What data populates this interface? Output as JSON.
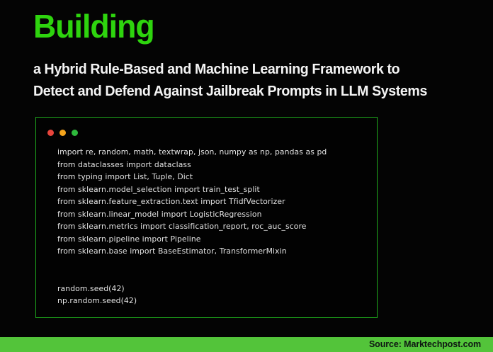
{
  "header": {
    "title": "Building",
    "subtitle_line1": "a Hybrid Rule-Based and Machine Learning Framework to",
    "subtitle_line2": "Detect and Defend Against Jailbreak Prompts in LLM Systems"
  },
  "code_window": {
    "traffic_lights": [
      "red",
      "yellow",
      "green"
    ],
    "lines": [
      "import re, random, math, textwrap, json, numpy as np, pandas as pd",
      "from dataclasses import dataclass",
      "from typing import List, Tuple, Dict",
      "from sklearn.model_selection import train_test_split",
      "from sklearn.feature_extraction.text import TfidfVectorizer",
      "from sklearn.linear_model import LogisticRegression",
      "from sklearn.metrics import classification_report, roc_auc_score",
      "from sklearn.pipeline import Pipeline",
      "from sklearn.base import BaseEstimator, TransformerMixin",
      "",
      "",
      "random.seed(42)",
      "np.random.seed(42)"
    ]
  },
  "footer": {
    "source_label": "Source: Marktechpost.com"
  },
  "colors": {
    "background": "#040404",
    "title_green": "#2ed40e",
    "window_border_green": "#1ea81c",
    "footer_bar_green": "#53c43a",
    "dot_red": "#e8453c",
    "dot_yellow": "#f5a41c",
    "dot_green": "#2eb93c",
    "code_text": "#e4e4e4",
    "subtitle_white": "#f4f4f4"
  }
}
